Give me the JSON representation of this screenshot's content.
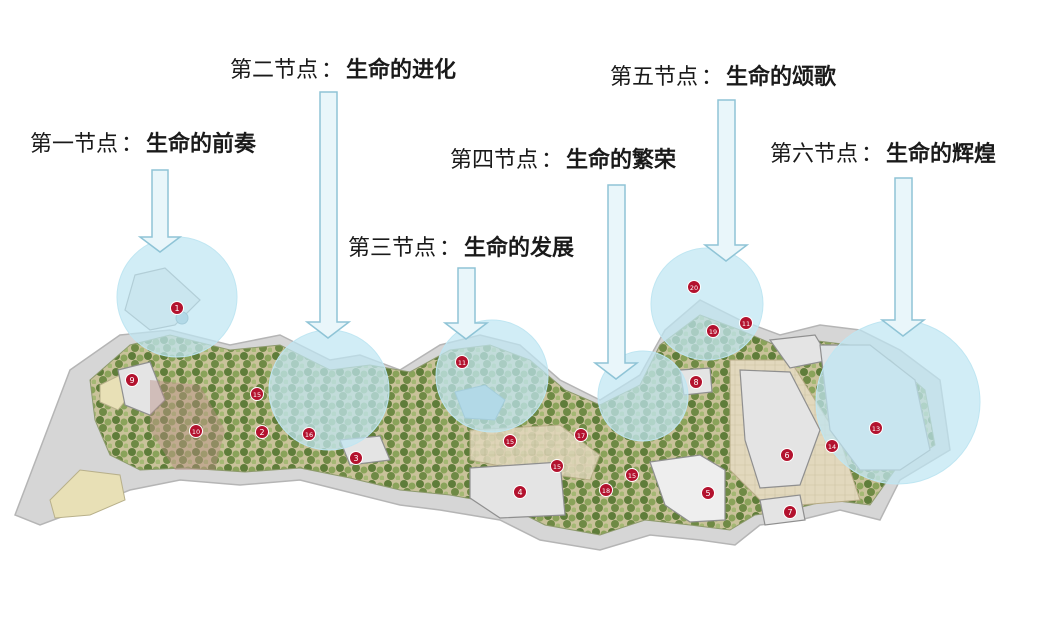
{
  "nodes": [
    {
      "prefix": "第一节点",
      "sep": "：",
      "name": "生命的前奏"
    },
    {
      "prefix": "第二节点",
      "sep": "：",
      "name": "生命的进化"
    },
    {
      "prefix": "第三节点",
      "sep": "：",
      "name": "生命的发展"
    },
    {
      "prefix": "第四节点",
      "sep": "：",
      "name": "生命的繁荣"
    },
    {
      "prefix": "第五节点",
      "sep": "：",
      "name": "生命的颂歌"
    },
    {
      "prefix": "第六节点",
      "sep": "：",
      "name": "生命的辉煌"
    }
  ],
  "map_markers": [
    "1",
    "2",
    "3",
    "4",
    "5",
    "6",
    "7",
    "8",
    "9",
    "10",
    "11",
    "11",
    "13",
    "14",
    "15",
    "15",
    "15",
    "15",
    "16",
    "17",
    "18",
    "19",
    "20"
  ],
  "colors": {
    "zone_fill": "#bfe6f2",
    "arrow_fill": "#e9f6fa",
    "arrow_stroke": "#8fc4d6",
    "marker": "#b3122e",
    "building": "#e3e3e3",
    "vegetation": "#6f8a45",
    "ground": "#d9d0b5"
  }
}
